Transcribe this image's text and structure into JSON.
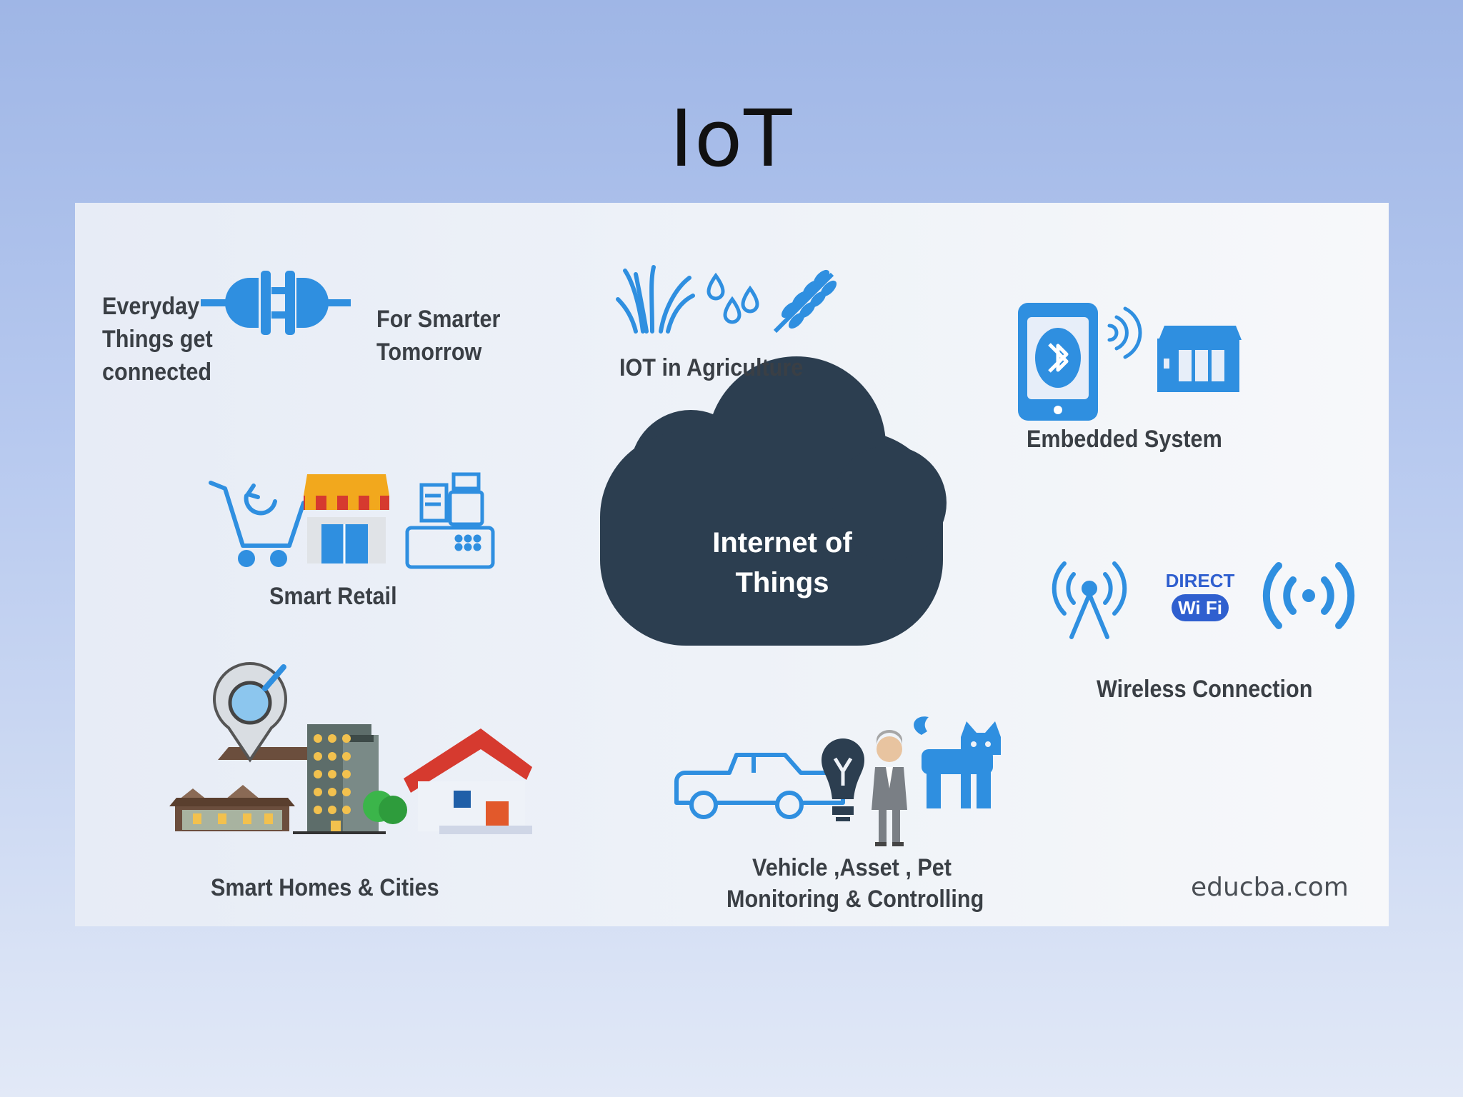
{
  "slide": {
    "title": "IoT"
  },
  "diagram": {
    "center": {
      "line1": "Internet of",
      "line2": "Things"
    },
    "everyday": {
      "line1": "Everyday",
      "line2": "Things get",
      "line3": "connected"
    },
    "smarter": {
      "line1": "For Smarter",
      "line2": "Tomorrow"
    },
    "agriculture": {
      "label": "IOT in Agriculture"
    },
    "embedded": {
      "label": "Embedded System"
    },
    "retail": {
      "label": "Smart Retail"
    },
    "wireless": {
      "label": "Wireless Connection",
      "wifi_direct_text": "DIRECT",
      "wifi_text": "Wi Fi"
    },
    "homes": {
      "label": "Smart Homes & Cities"
    },
    "vehicle": {
      "line1": "Vehicle ,Asset , Pet",
      "line2": "Monitoring & Controlling"
    },
    "brand": "educba.com"
  },
  "colors": {
    "icon_blue": "#2f8fe0",
    "cloud": "#2c3e50",
    "label": "#3a3f45",
    "retail_orange": "#f2a81d",
    "roof_red": "#d63a2f"
  }
}
